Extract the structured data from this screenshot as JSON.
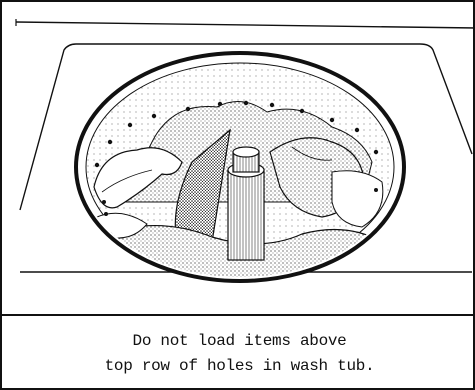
{
  "caption": {
    "line1": "Do not load items above",
    "line2": "top row of holes in wash tub."
  },
  "illustration": {
    "subject": "washer-tub-with-clothes",
    "line_color": "#111111",
    "fill_color": "#ffffff"
  }
}
